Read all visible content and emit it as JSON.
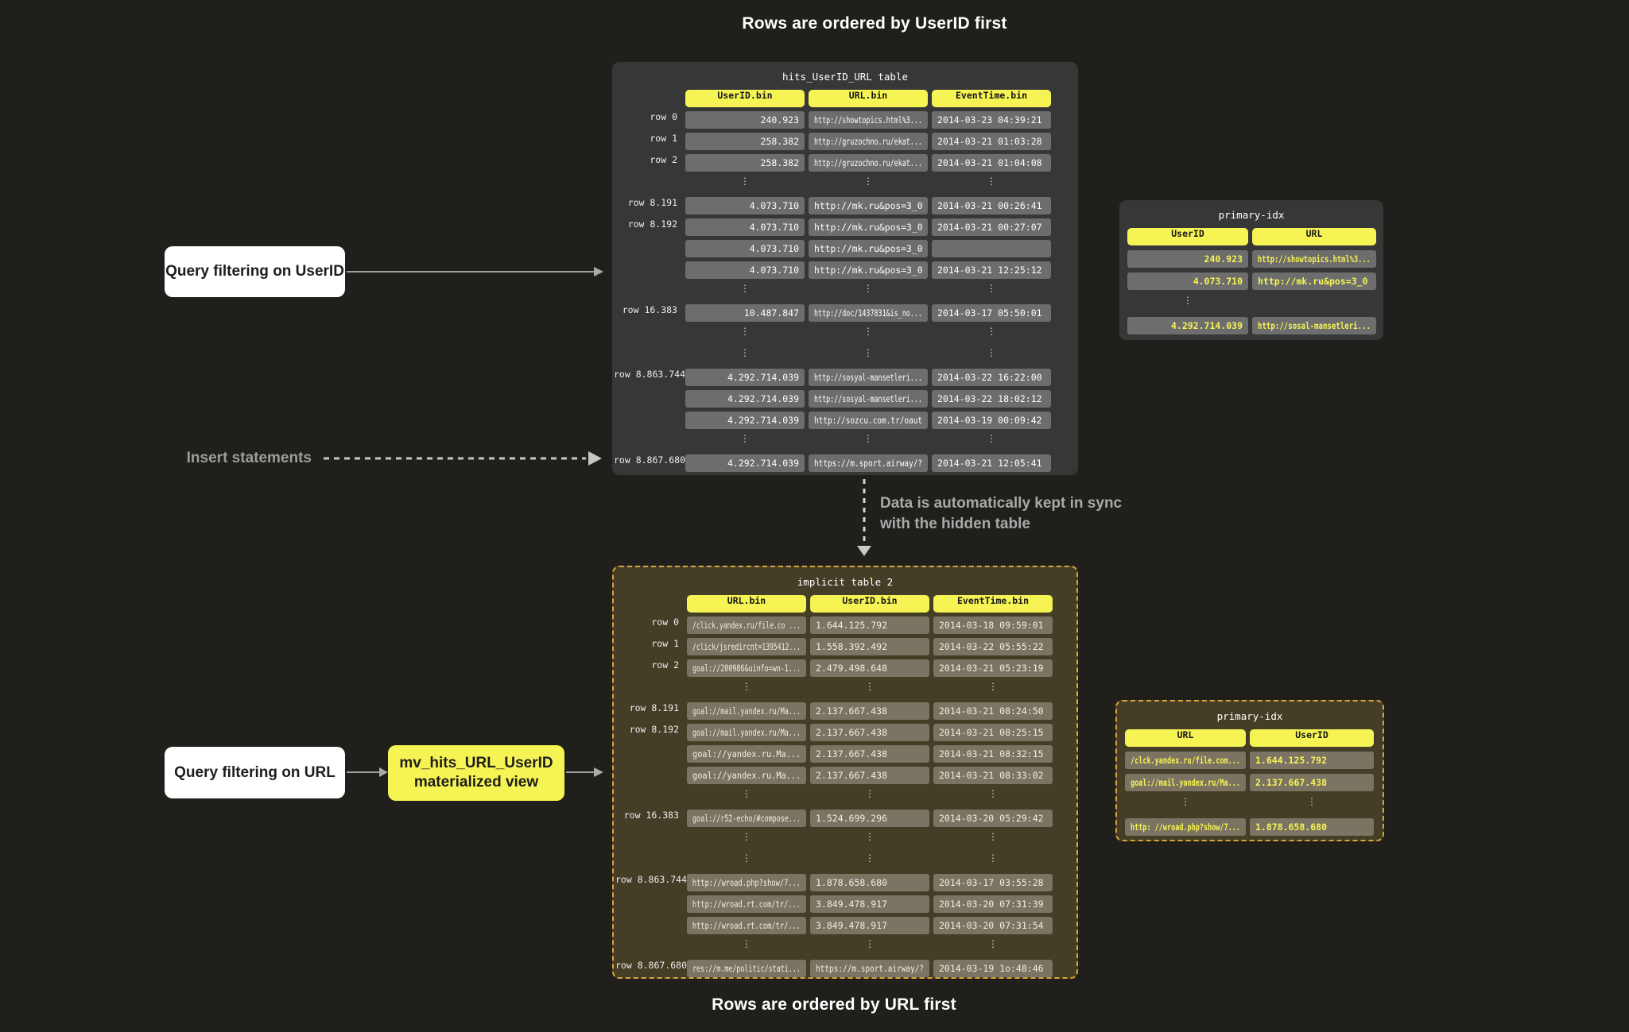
{
  "captions": {
    "top": "Rows are ordered by UserID first",
    "bottom": "Rows are ordered by URL first",
    "sync_line1": "Data is automatically kept in sync",
    "sync_line2": "with the hidden table",
    "insert": "Insert statements",
    "query_userid": "Query filtering on UserID",
    "query_url": "Query filtering on URL",
    "mv_line1": "mv_hits_URL_UserID",
    "mv_line2": "materialized view"
  },
  "colors": {
    "background": "#201f1b",
    "panel_dark": "#373737",
    "cell_dark": "#6d6d6d",
    "panel_olive": "#443e26",
    "cell_olive": "#7b7463",
    "accent_yellow": "#f6f454",
    "dashed_border": "#d9a43c",
    "muted_text": "#9d9d9d"
  },
  "tables": {
    "main": {
      "title": "hits_UserID_URL table",
      "columns": [
        "UserID.bin",
        "URL.bin",
        "EventTime.bin"
      ],
      "rows": [
        {
          "label": "row 0",
          "cells": [
            {
              "t": "240.923",
              "a": "r"
            },
            {
              "t": "http://showtopics.html%3...",
              "a": "l"
            },
            {
              "t": "2014-03-23 04:39:21",
              "a": "l"
            }
          ]
        },
        {
          "label": "row 1",
          "cells": [
            {
              "t": "258.382",
              "a": "r"
            },
            {
              "t": "http://gruzochno.ru/ekat...",
              "a": "l"
            },
            {
              "t": "2014-03-21 01:03:28",
              "a": "l"
            }
          ]
        },
        {
          "label": "row 2",
          "cells": [
            {
              "t": "258.382",
              "a": "r"
            },
            {
              "t": "http://gruzochno.ru/ekat...",
              "a": "l"
            },
            {
              "t": "2014-03-21 01:04:08",
              "a": "l"
            }
          ]
        },
        {
          "dots": [
            1,
            1,
            1
          ]
        },
        {
          "label": "row 8.191",
          "cells": [
            {
              "t": "4.073.710",
              "a": "r"
            },
            {
              "t": "http://mk.ru&pos=3_0",
              "a": "l"
            },
            {
              "t": "2014-03-21 00:26:41",
              "a": "l"
            }
          ]
        },
        {
          "label": "row 8.192",
          "cells": [
            {
              "t": "4.073.710",
              "a": "r"
            },
            {
              "t": "http://mk.ru&pos=3_0",
              "a": "l"
            },
            {
              "t": "2014-03-21 00:27:07",
              "a": "l"
            }
          ]
        },
        {
          "label": "",
          "cells": [
            {
              "t": "4.073.710",
              "a": "r"
            },
            {
              "t": "http://mk.ru&pos=3_0",
              "a": "l"
            },
            {
              "t": "",
              "a": "l"
            }
          ]
        },
        {
          "label": "",
          "cells": [
            {
              "t": "4.073.710",
              "a": "r"
            },
            {
              "t": "http://mk.ru&pos=3_0",
              "a": "l"
            },
            {
              "t": "2014-03-21 12:25:12",
              "a": "l"
            }
          ]
        },
        {
          "dots": [
            1,
            1,
            1
          ]
        },
        {
          "label": "row 16.383",
          "cells": [
            {
              "t": "10.487.847",
              "a": "r"
            },
            {
              "t": "http://doc/1437831&is_no...",
              "a": "l"
            },
            {
              "t": "2014-03-17 05:50:01",
              "a": "l"
            }
          ]
        },
        {
          "dots": [
            1,
            1,
            1
          ]
        },
        {
          "dots": [
            1,
            1,
            1
          ]
        },
        {
          "label": "row 8.863.744",
          "cells": [
            {
              "t": "4.292.714.039",
              "a": "r"
            },
            {
              "t": "http://sosyal-mansetleri...",
              "a": "l"
            },
            {
              "t": "2014-03-22 16:22:00",
              "a": "l"
            }
          ]
        },
        {
          "label": "",
          "cells": [
            {
              "t": "4.292.714.039",
              "a": "r"
            },
            {
              "t": "http://sosyal-mansetleri...",
              "a": "l"
            },
            {
              "t": "2014-03-22 18:02:12",
              "a": "l"
            }
          ]
        },
        {
          "label": "",
          "cells": [
            {
              "t": "4.292.714.039",
              "a": "r"
            },
            {
              "t": "http://sozcu.com.tr/oaut",
              "a": "l"
            },
            {
              "t": "2014-03-19 00:09:42",
              "a": "l"
            }
          ]
        },
        {
          "dots": [
            1,
            1,
            1
          ]
        },
        {
          "label": "row 8.867.680",
          "cells": [
            {
              "t": "4.292.714.039",
              "a": "r"
            },
            {
              "t": "https://m.sport.airway/?",
              "a": "l"
            },
            {
              "t": "2014-03-21 12:05:41",
              "a": "l"
            }
          ]
        }
      ]
    },
    "implicit": {
      "title": "implicit table 2",
      "columns": [
        "URL.bin",
        "UserID.bin",
        "EventTime.bin"
      ],
      "rows": [
        {
          "label": "row 0",
          "cells": [
            {
              "t": "/click.yandex.ru/file.co ...",
              "a": "l"
            },
            {
              "t": "1.644.125.792",
              "a": "l"
            },
            {
              "t": "2014-03-18 09:59:01",
              "a": "l"
            }
          ]
        },
        {
          "label": "row 1",
          "cells": [
            {
              "t": "/click/jsredircnt=1395412...",
              "a": "l"
            },
            {
              "t": "1.558.392.492",
              "a": "l"
            },
            {
              "t": "2014-03-22 05:55:22",
              "a": "l"
            }
          ]
        },
        {
          "label": "row 2",
          "cells": [
            {
              "t": "goal://200986&uinfo=wn-1...",
              "a": "r"
            },
            {
              "t": "2.479.498.648",
              "a": "l"
            },
            {
              "t": "2014-03-21 05:23:19",
              "a": "l"
            }
          ]
        },
        {
          "dots": [
            1,
            1,
            1
          ]
        },
        {
          "label": "row 8.191",
          "cells": [
            {
              "t": "goal://mail.yandex.ru/Ma...",
              "a": "l"
            },
            {
              "t": "2.137.667.438",
              "a": "l"
            },
            {
              "t": "2014-03-21 08:24:50",
              "a": "l"
            }
          ]
        },
        {
          "label": "row 8.192",
          "cells": [
            {
              "t": "goal://mail.yandex.ru/Ma...",
              "a": "l"
            },
            {
              "t": "2.137.667.438",
              "a": "l"
            },
            {
              "t": "2014-03-21 08:25:15",
              "a": "l"
            }
          ]
        },
        {
          "label": "",
          "cells": [
            {
              "t": "goal://yandex.ru.Ma...",
              "a": "r"
            },
            {
              "t": "2.137.667.438",
              "a": "l"
            },
            {
              "t": "2014-03-21 08:32:15",
              "a": "l"
            }
          ]
        },
        {
          "label": "",
          "cells": [
            {
              "t": "goal://yandex.ru.Ma...",
              "a": "r"
            },
            {
              "t": "2.137.667.438",
              "a": "l"
            },
            {
              "t": "2014-03-21 08:33:02",
              "a": "l"
            }
          ]
        },
        {
          "dots": [
            1,
            1,
            1
          ]
        },
        {
          "label": "row 16.383",
          "cells": [
            {
              "t": "goal://r52-echo/#compose...",
              "a": "l"
            },
            {
              "t": "1.524.699.296",
              "a": "l"
            },
            {
              "t": "2014-03-20 05:29:42",
              "a": "l"
            }
          ]
        },
        {
          "dots": [
            1,
            1,
            1
          ]
        },
        {
          "dots": [
            1,
            1,
            1
          ]
        },
        {
          "label": "row 8.863.744",
          "cells": [
            {
              "t": "http://wroad.php?show/7...",
              "a": "r"
            },
            {
              "t": "1.878.658.680",
              "a": "l"
            },
            {
              "t": "2014-03-17 03:55:28",
              "a": "l"
            }
          ]
        },
        {
          "label": "",
          "cells": [
            {
              "t": "http://wroad.rt.com/tr/...",
              "a": "r"
            },
            {
              "t": "3.849.478.917",
              "a": "l"
            },
            {
              "t": "2014-03-20 07:31:39",
              "a": "l"
            }
          ]
        },
        {
          "label": "",
          "cells": [
            {
              "t": "http://wroad.rt.com/tr/...",
              "a": "r"
            },
            {
              "t": "3.849.478.917",
              "a": "l"
            },
            {
              "t": "2014-03-20 07:31:54",
              "a": "l"
            }
          ]
        },
        {
          "dots": [
            1,
            1,
            1
          ]
        },
        {
          "label": "row 8.867.680",
          "cells": [
            {
              "t": "res://m.me/politic/stati...",
              "a": "l"
            },
            {
              "t": "https://m.sport.airway/?",
              "a": "l"
            },
            {
              "t": "2014-03-19 1o:48:46",
              "a": "l"
            }
          ]
        }
      ]
    },
    "idx_top": {
      "title": "primary-idx",
      "columns": [
        "UserID",
        "URL"
      ],
      "rows": [
        {
          "cells": [
            {
              "t": "240.923",
              "a": "r"
            },
            {
              "t": "http://showtopics.html%3...",
              "a": "l"
            }
          ]
        },
        {
          "cells": [
            {
              "t": "4.073.710",
              "a": "r"
            },
            {
              "t": "http://mk.ru&pos=3_0",
              "a": "l"
            }
          ]
        },
        {
          "dots": [
            1,
            0
          ]
        },
        {
          "cells": [
            {
              "t": "4.292.714.039",
              "a": "r"
            },
            {
              "t": "http://sosal-mansetleri...",
              "a": "l"
            }
          ]
        }
      ]
    },
    "idx_bottom": {
      "title": "primary-idx",
      "columns": [
        "URL",
        "UserID"
      ],
      "rows": [
        {
          "cells": [
            {
              "t": "/clck.yandex.ru/file.com...",
              "a": "l"
            },
            {
              "t": "1.644.125.792",
              "a": "l"
            }
          ]
        },
        {
          "cells": [
            {
              "t": "goal://mail.yandex.ru/Ma...",
              "a": "l"
            },
            {
              "t": "2.137.667.438",
              "a": "l"
            }
          ]
        },
        {
          "dots": [
            1,
            1
          ]
        },
        {
          "cells": [
            {
              "t": "http: //wroad.php?show/7...",
              "a": "l"
            },
            {
              "t": "1.878.658.680",
              "a": "l"
            }
          ]
        }
      ]
    }
  }
}
